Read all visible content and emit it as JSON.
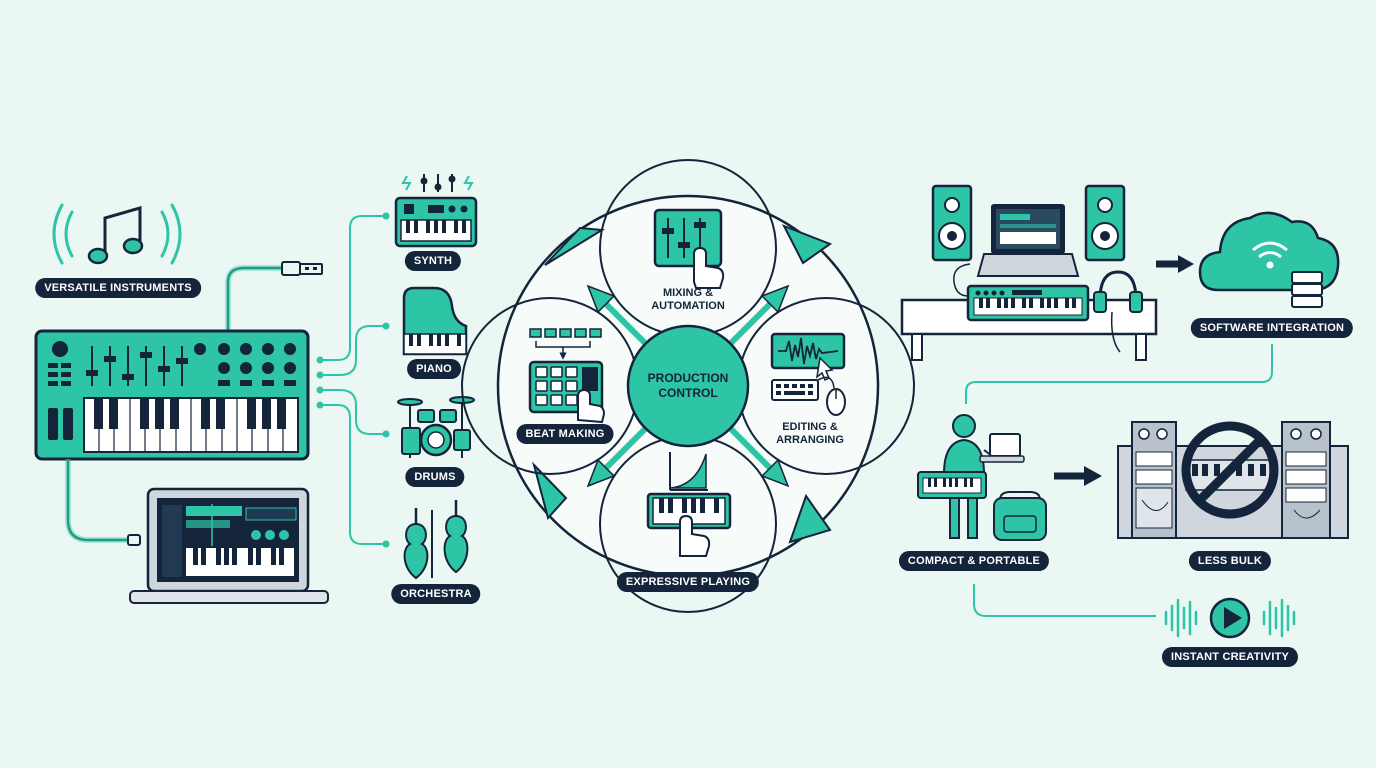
{
  "colors": {
    "background": "#eaf7f3",
    "teal": "#2ec4a6",
    "teal_dark": "#1f9c86",
    "navy": "#14243a",
    "gray": "#cfd6de"
  },
  "icons": [
    "music-note-icon",
    "usb-cable-icon",
    "midi-keyboard-icon",
    "laptop-daw-icon",
    "synth-icon",
    "piano-icon",
    "drum-kit-icon",
    "violin-icon",
    "faders-icon",
    "pad-grid-icon",
    "waveform-icon",
    "keyboard-mouse-icon",
    "studio-desk-icon",
    "cloud-icon",
    "musician-icon",
    "backpack-icon",
    "rack-gear-icon",
    "no-symbol-icon",
    "play-button-icon"
  ],
  "left": {
    "versatile": "VERSATILE INSTRUMENTS",
    "instruments": [
      "SYNTH",
      "PIANO",
      "DRUMS",
      "ORCHESTRA"
    ]
  },
  "center": {
    "line1": "PRODUCTION",
    "line2": "CONTROL",
    "mixing_1": "MIXING &",
    "mixing_2": "AUTOMATION",
    "beat": "BEAT MAKING",
    "editing_1": "EDITING &",
    "editing_2": "ARRANGING",
    "expressive": "EXPRESSIVE PLAYING"
  },
  "right": {
    "software": "SOFTWARE INTEGRATION",
    "compact": "COMPACT & PORTABLE",
    "less_bulk": "LESS BULK",
    "instant": "INSTANT CREATIVITY"
  }
}
